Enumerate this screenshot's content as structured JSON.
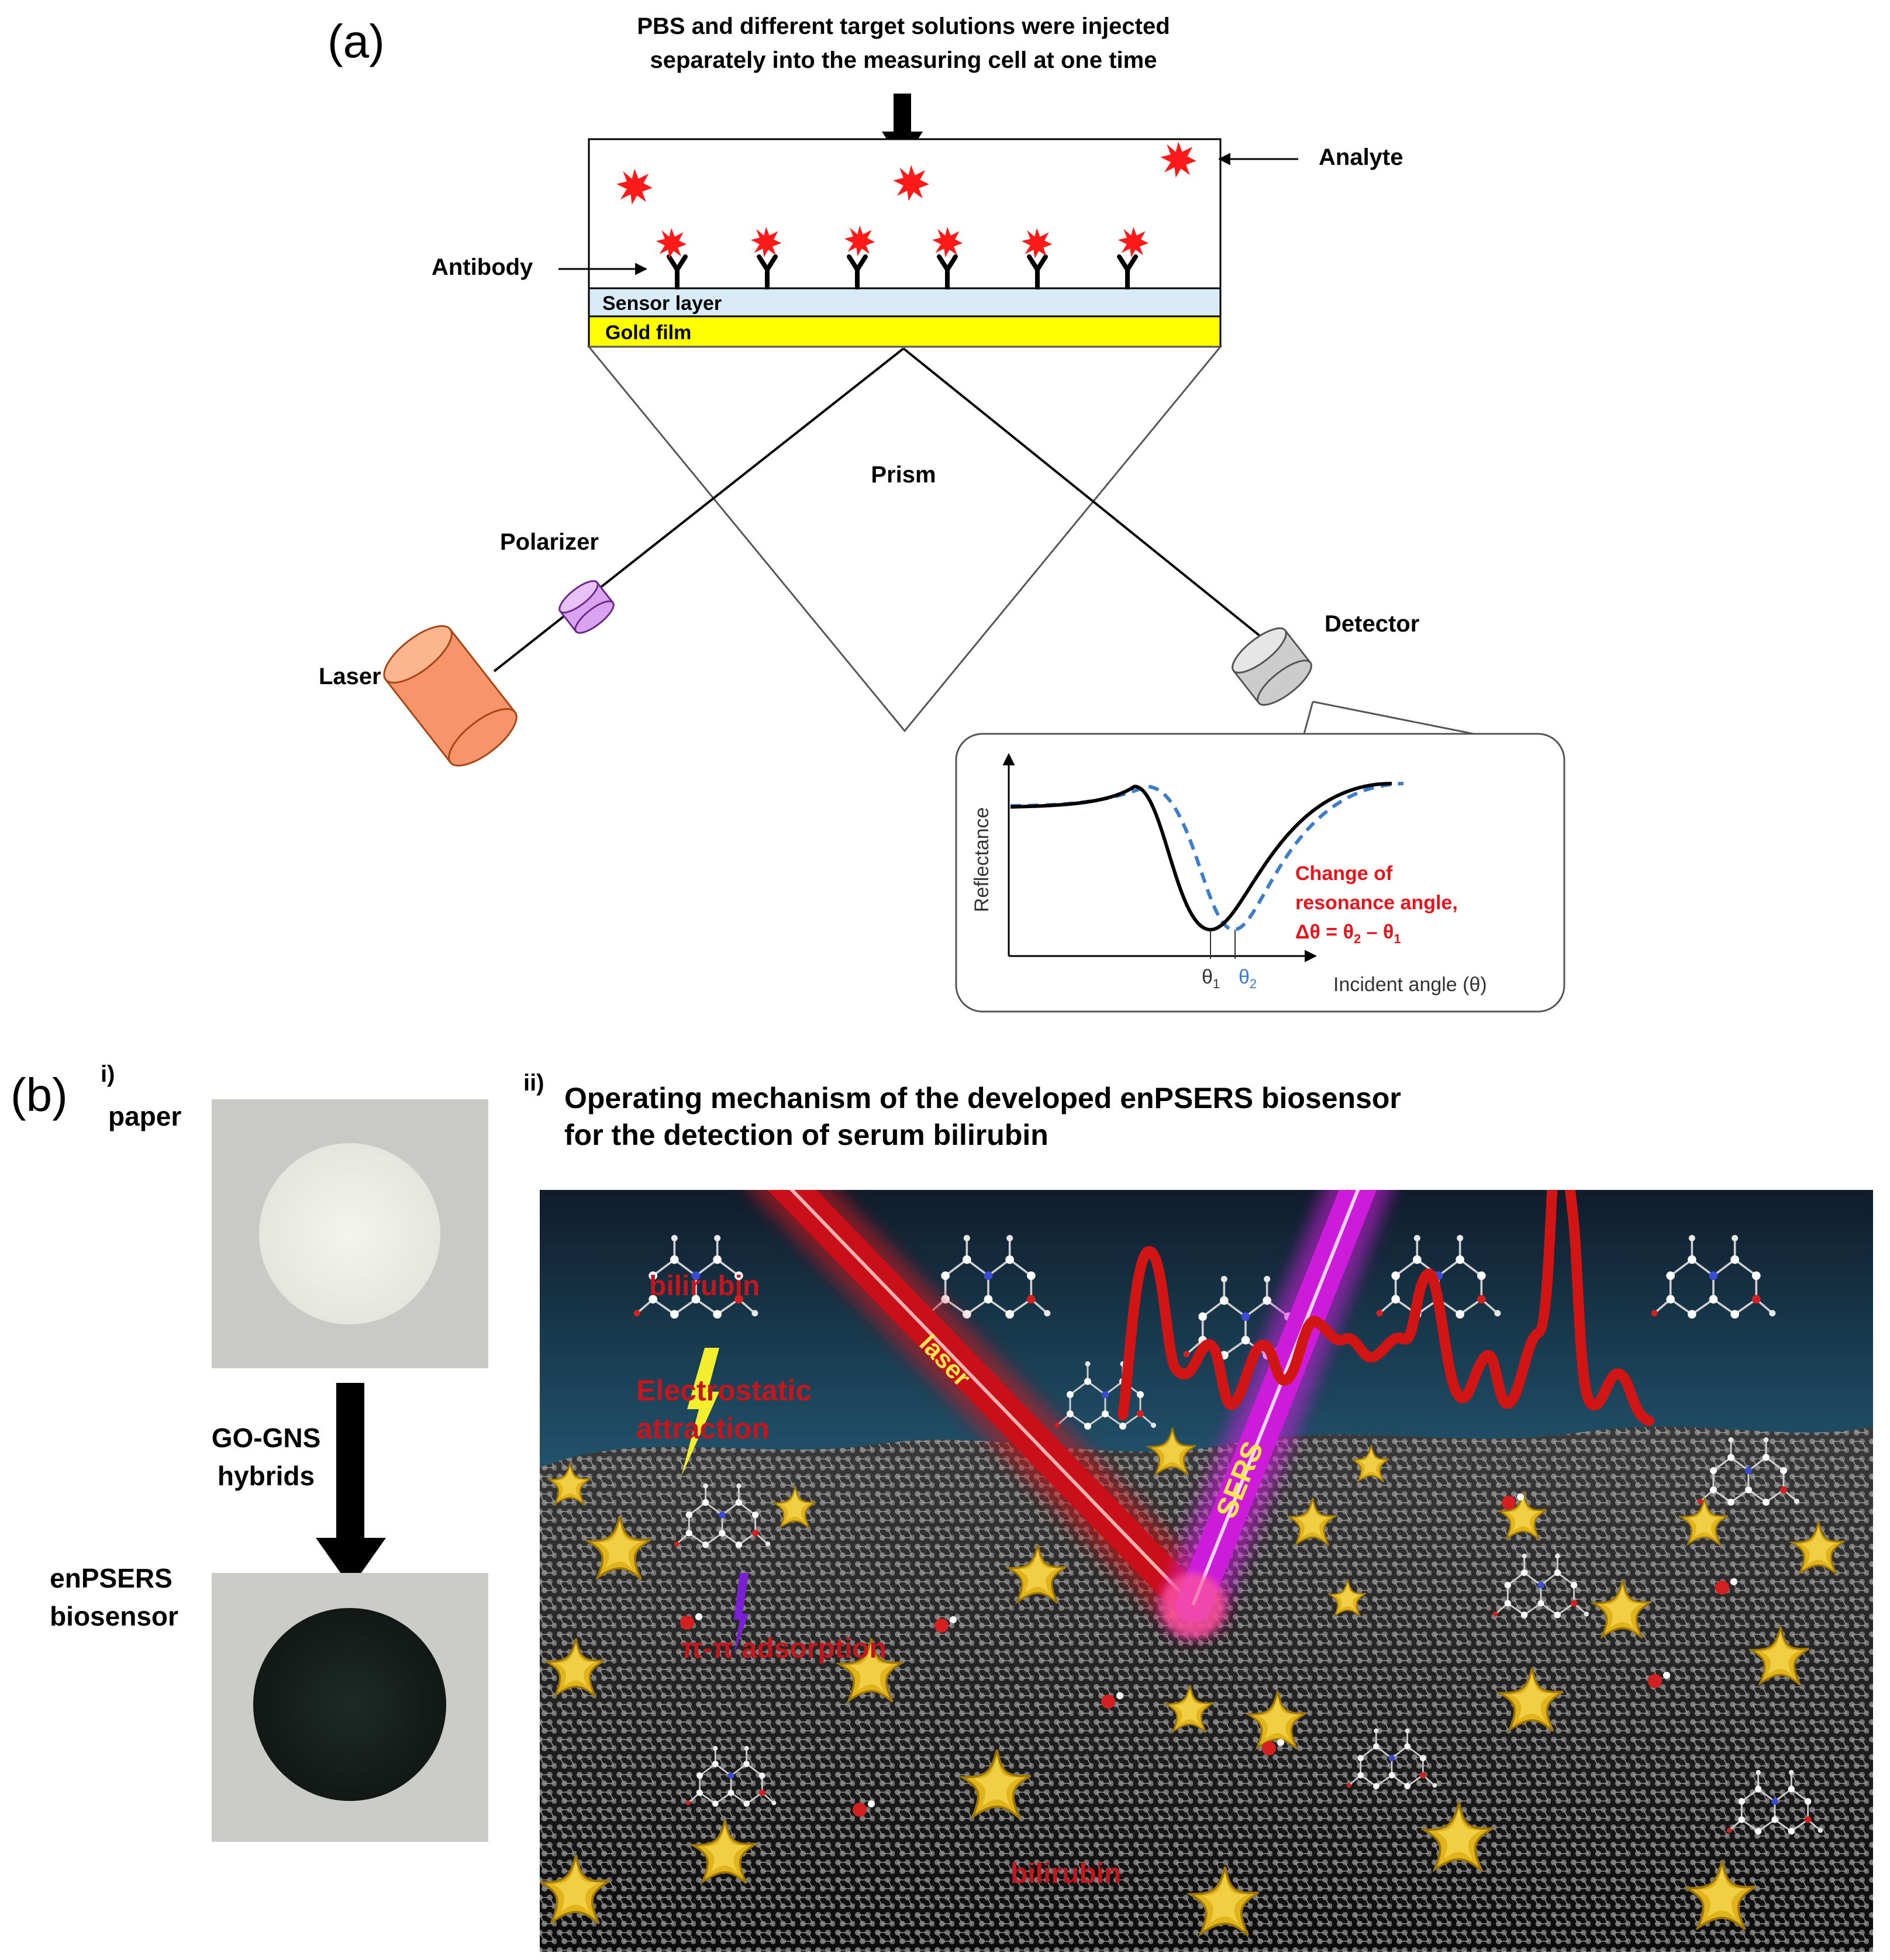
{
  "panel_a": {
    "label": "(a)",
    "injection_text_1": "PBS and different target solutions were injected",
    "injection_text_2": "separately into the measuring cell at one time",
    "analyte": "Analyte",
    "antibody": "Antibody",
    "sensor_layer": "Sensor layer",
    "gold_film": "Gold film",
    "prism": "Prism",
    "polarizer": "Polarizer",
    "laser": "Laser",
    "detector": "Detector",
    "colors": {
      "sensor_layer": "#d9ebf7",
      "gold_film": "#ffff00",
      "analyte": "#ff1a1a",
      "laser": "#f7956a",
      "polarizer": "#d9a3f0",
      "detector": "#cccccc",
      "shifted_curve": "#3d7cc9",
      "annotation": "#e8141b"
    },
    "inset": {
      "ylabel": "Reflectance",
      "xlabel": "Incident angle (θ)",
      "theta1": "θ",
      "theta1_sub": "1",
      "theta2": "θ",
      "theta2_sub": "2",
      "note_1": "Change of",
      "note_2": "resonance angle,",
      "note_3_pre": "Δθ = θ",
      "note_3_sub2": "2",
      "note_3_mid": " – θ",
      "note_3_sub1": "1"
    }
  },
  "panel_b": {
    "label": "(b)",
    "sub_i": "i)",
    "paper": "paper",
    "hybrids_1": "GO-GNS",
    "hybrids_2": "hybrids",
    "sensor_1": "enPSERS",
    "sensor_2": "biosensor",
    "sub_ii": "ii)",
    "title_1": "Operating mechanism of the developed enPSERS biosensor",
    "title_2": "for the detection of serum bilirubin",
    "bilirubin_top": "bilirubin",
    "electrostatic_1": "Electrostatic",
    "electrostatic_2": "attraction",
    "laser_beam": "laser",
    "sers_beam": "SERS",
    "pi_adsorption": "π-π adsorption",
    "bilirubin_bottom": "bilirubin",
    "colors": {
      "laser_beam": "#d0121b",
      "sers_beam": "#d21ee0",
      "spectrum": "#d11515",
      "gold_star": "#e3b51f",
      "sky": "#3a8cab"
    }
  }
}
